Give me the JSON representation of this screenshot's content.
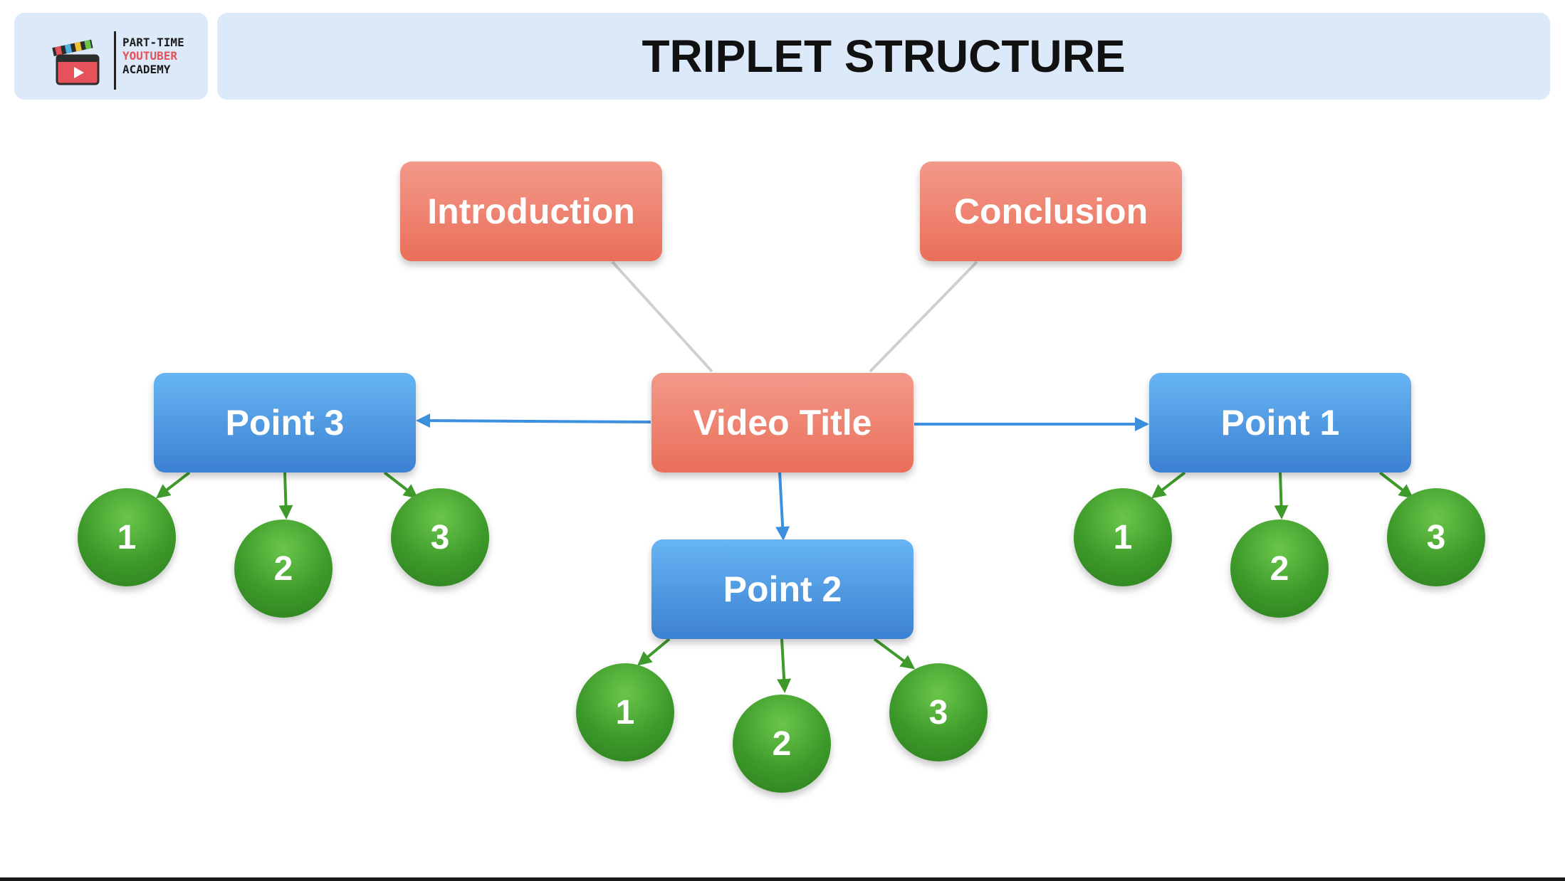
{
  "header": {
    "logo": {
      "line1": "PART-TIME",
      "line2": "YOUTUBER",
      "line3": "ACADEMY"
    },
    "title": "TRIPLET STRUCTURE"
  },
  "diagram": {
    "center": "Video Title",
    "top_nodes": {
      "left": "Introduction",
      "right": "Conclusion"
    },
    "points": {
      "left": "Point 3",
      "bottom": "Point 2",
      "right": "Point 1"
    },
    "sub_items": [
      "1",
      "2",
      "3"
    ]
  },
  "colors": {
    "header_bg": "#dbe9f9",
    "red_node": "#ea6f5a",
    "blue_node": "#3c81d2",
    "green_circle": "#3d9a2a",
    "blue_arrow": "#3d8fe0",
    "green_arrow": "#3f9a2c",
    "gray_line": "#d0d0d0"
  }
}
